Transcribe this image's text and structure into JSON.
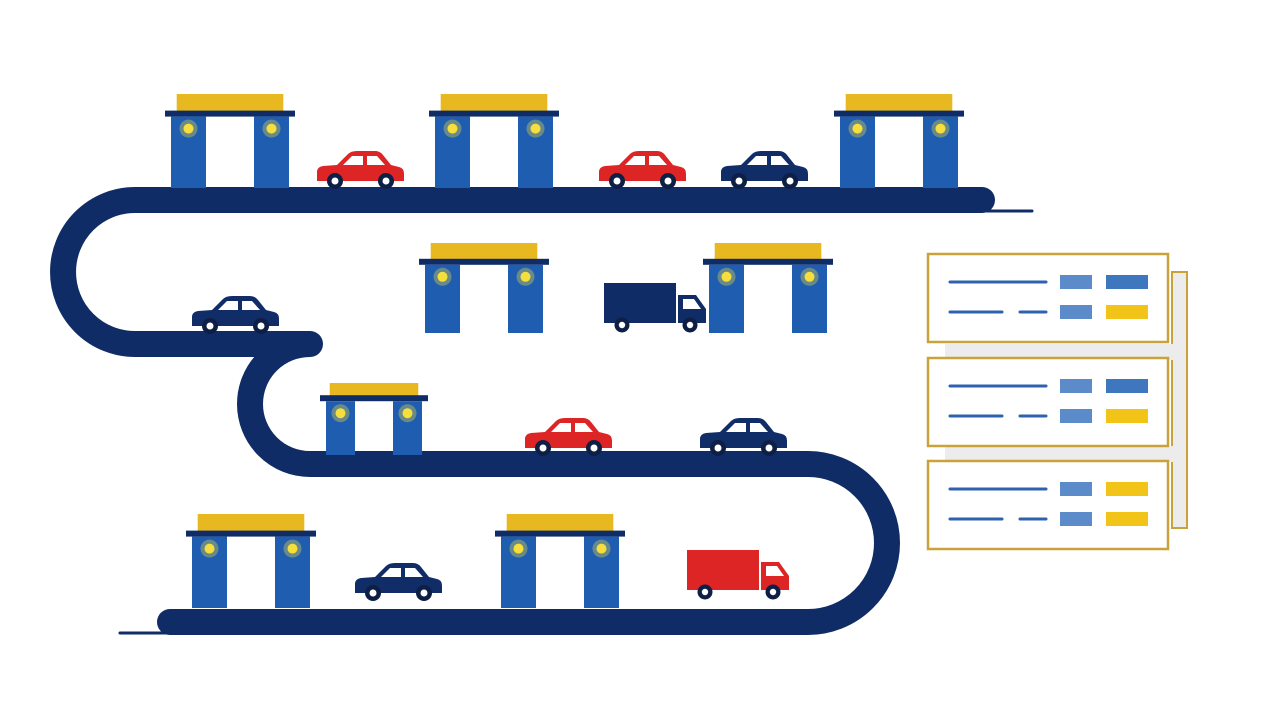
{
  "colors": {
    "road": "#0f2c66",
    "booth": "#1f5db1",
    "roof": "#e8b820",
    "lamp": "#f6df3c",
    "car_red": "#de2525",
    "car_navy": "#102d68",
    "truck_navy": "#0f2c66",
    "truck_red": "#de2525",
    "wheel": "#0e1f45",
    "hub": "#ffffff",
    "window": "#ffffff",
    "panel_border": "#c9a23a",
    "panel_back": "#ececec",
    "line_dark": "#2f62ae",
    "block_light": "#5b8bc8",
    "block_dark": "#3f77bf",
    "block_yellow": "#f2c418"
  },
  "icons": {
    "toll_booth": "toll-booth-icon",
    "car": "car-icon",
    "truck": "truck-icon",
    "panel": "data-panel-icon"
  },
  "diagram": {
    "road_levels": 4,
    "toll_booths": [
      {
        "id": "booth-1",
        "level": 1
      },
      {
        "id": "booth-2",
        "level": 1
      },
      {
        "id": "booth-3",
        "level": 1
      },
      {
        "id": "booth-4",
        "level": 2
      },
      {
        "id": "booth-5",
        "level": 2
      },
      {
        "id": "booth-6",
        "level": 3
      },
      {
        "id": "booth-7",
        "level": 4
      },
      {
        "id": "booth-8",
        "level": 4
      }
    ],
    "vehicles": [
      {
        "id": "vehicle-1",
        "kind": "car",
        "color": "red",
        "level": 1
      },
      {
        "id": "vehicle-2",
        "kind": "car",
        "color": "red",
        "level": 1
      },
      {
        "id": "vehicle-3",
        "kind": "car",
        "color": "navy",
        "level": 1
      },
      {
        "id": "vehicle-4",
        "kind": "car",
        "color": "navy",
        "level": 2
      },
      {
        "id": "vehicle-5",
        "kind": "truck",
        "color": "navy",
        "level": 2
      },
      {
        "id": "vehicle-6",
        "kind": "car",
        "color": "red",
        "level": 3
      },
      {
        "id": "vehicle-7",
        "kind": "car",
        "color": "navy",
        "level": 3
      },
      {
        "id": "vehicle-8",
        "kind": "car",
        "color": "navy",
        "level": 4
      },
      {
        "id": "vehicle-9",
        "kind": "truck",
        "color": "red",
        "level": 4
      }
    ],
    "panels": [
      {
        "id": "panel-1",
        "rows": [
          {
            "right_block": "dark"
          },
          {
            "right_block": "yellow"
          }
        ]
      },
      {
        "id": "panel-2",
        "rows": [
          {
            "right_block": "dark"
          },
          {
            "right_block": "yellow"
          }
        ]
      },
      {
        "id": "panel-3",
        "rows": [
          {
            "right_block": "yellow"
          },
          {
            "right_block": "yellow"
          }
        ]
      }
    ]
  }
}
